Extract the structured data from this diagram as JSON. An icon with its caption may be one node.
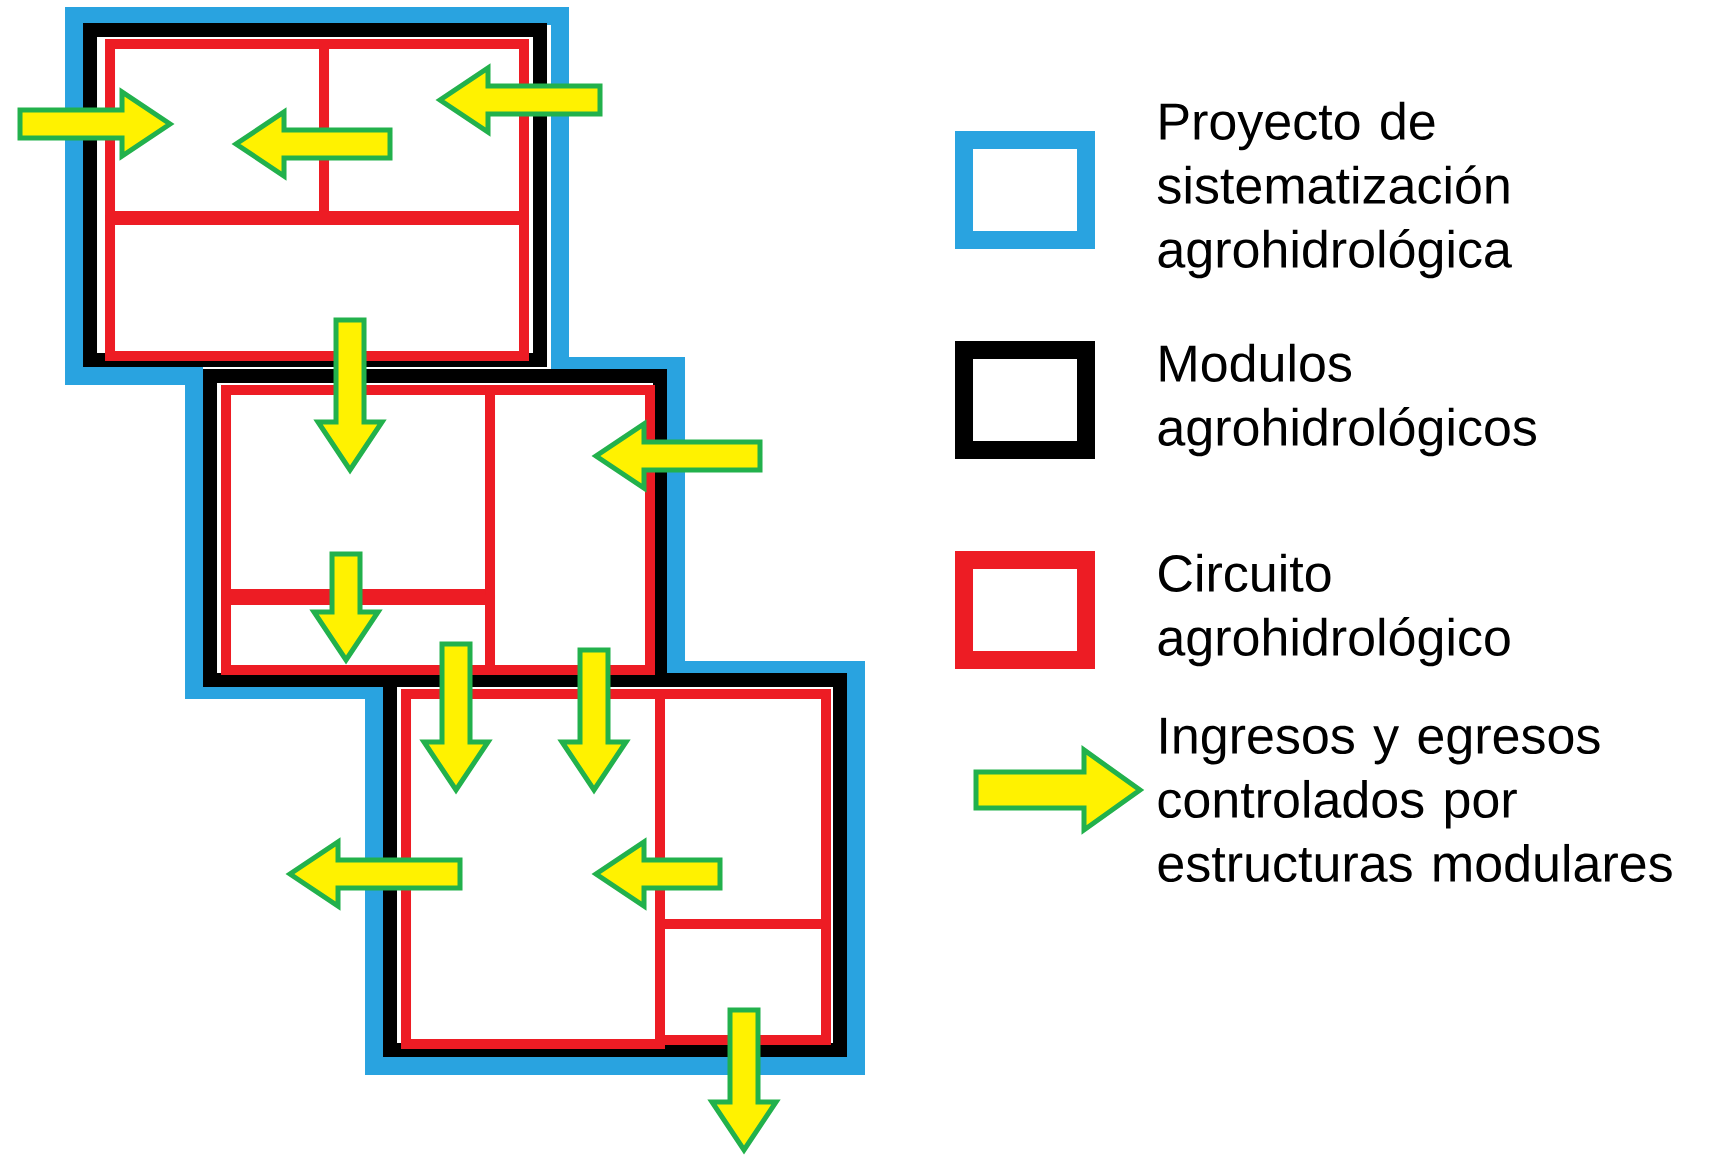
{
  "diagram": {
    "legend": [
      {
        "text": "Proyecto de sistematización agrohidrológica"
      },
      {
        "text": "Modulos agrohidrológicos"
      },
      {
        "text": "Circuito agrohidrológico"
      },
      {
        "text": "Ingresos y egresos controlados por estructuras modulares"
      }
    ]
  }
}
